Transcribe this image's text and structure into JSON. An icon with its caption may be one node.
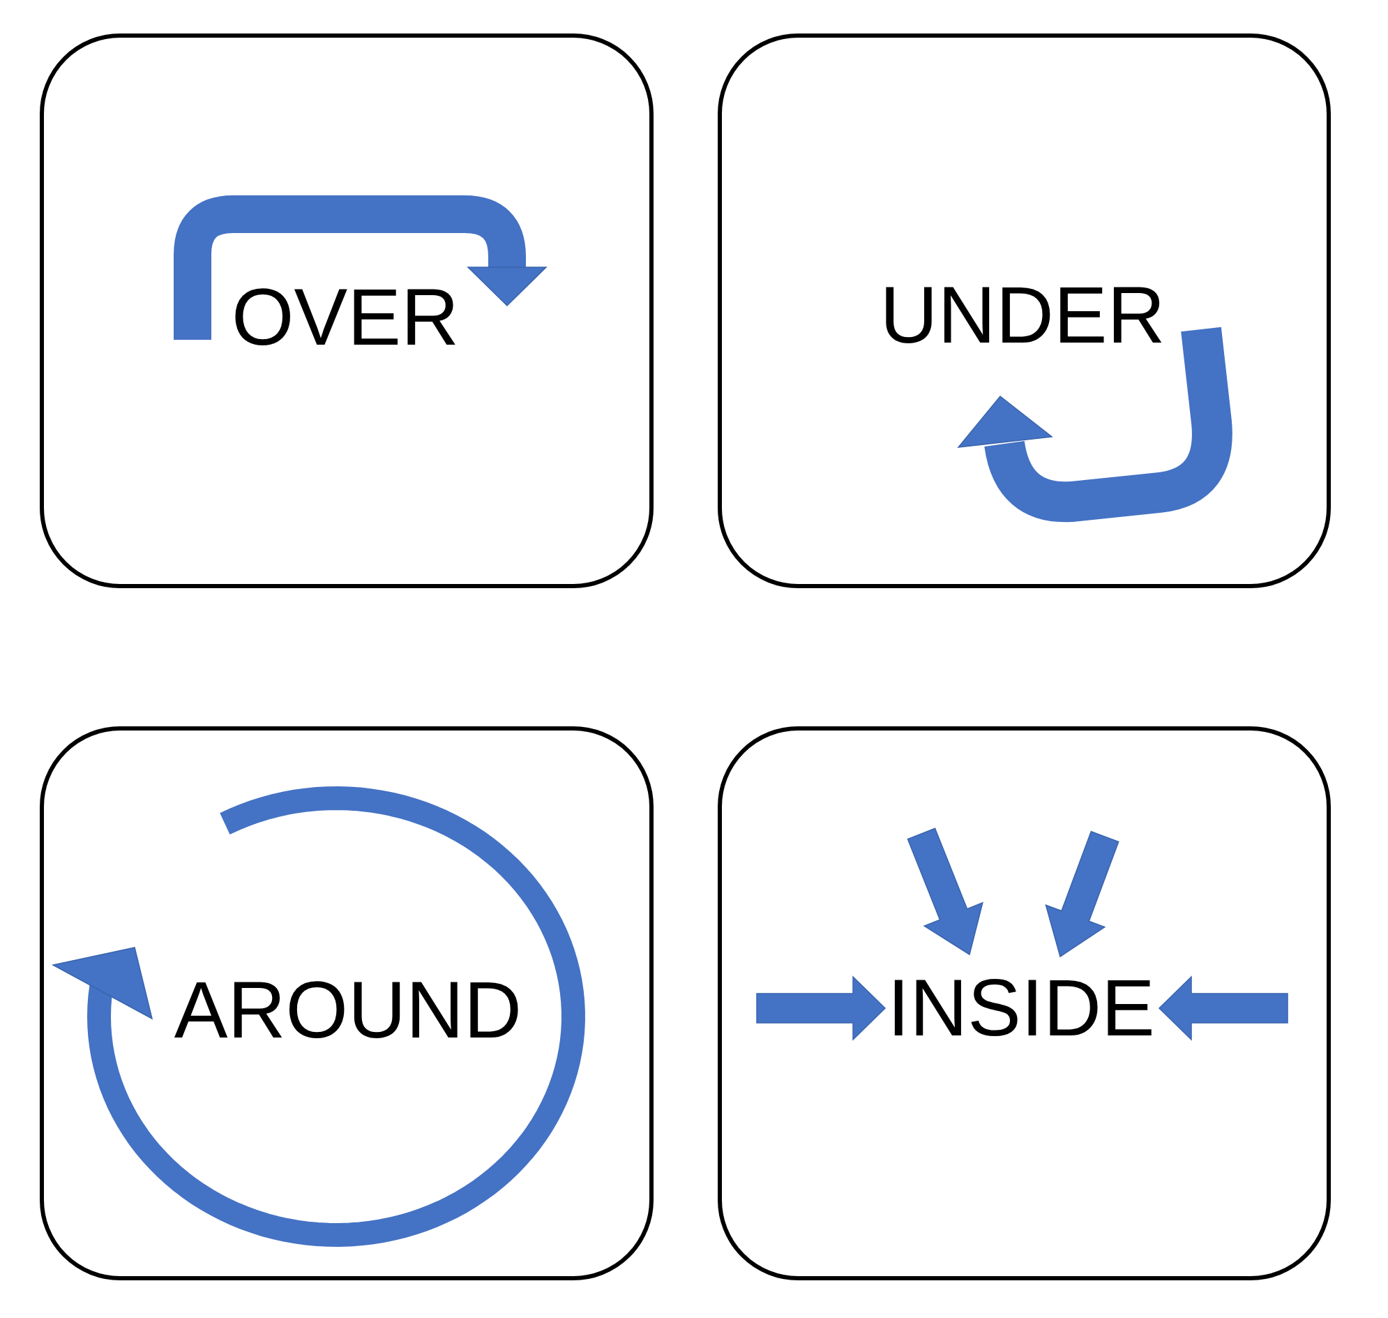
{
  "diagram": {
    "nodes": [
      {
        "text": [
          "OVER"
        ]
      },
      {
        "text": [
          "UNDER"
        ]
      },
      {
        "text": [
          "AROUND"
        ]
      },
      {
        "text": [
          "INSIDE"
        ]
      }
    ]
  }
}
